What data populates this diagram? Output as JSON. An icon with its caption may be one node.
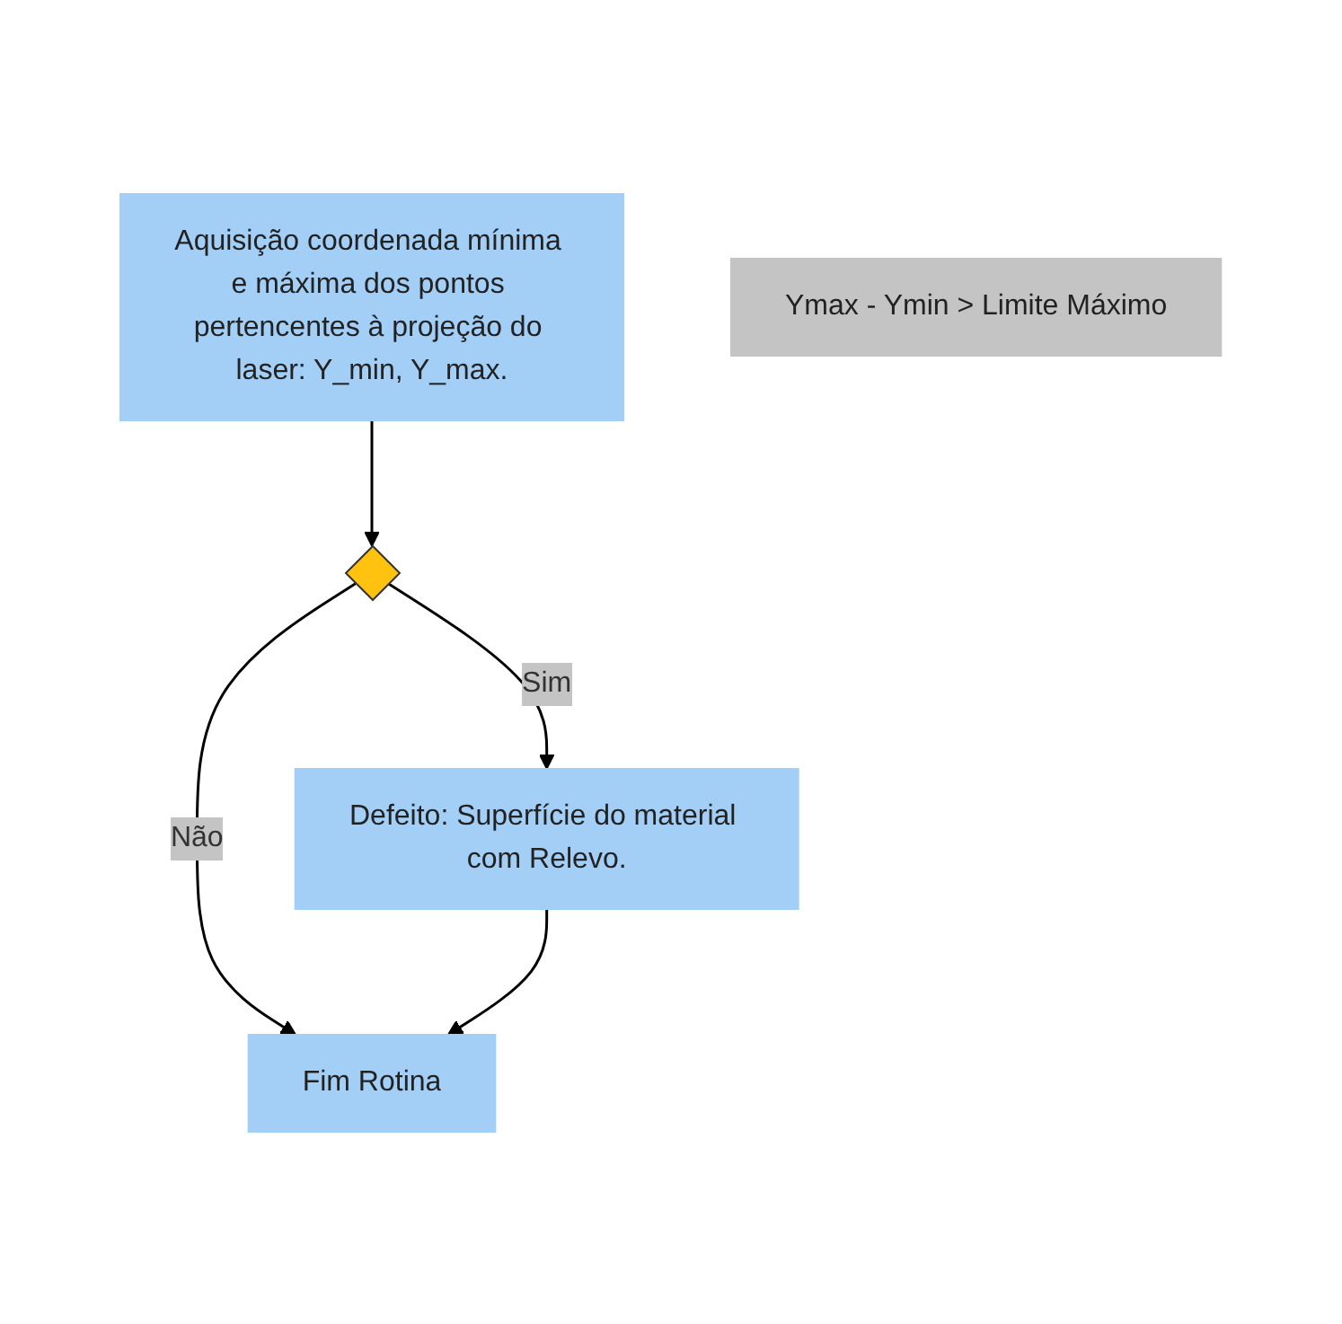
{
  "diagram": {
    "nodes": [
      {
        "text": [
          "Aquisição coordenada mínima e máxima dos pontos pertencentes à projeção do laser: Y_min, Y_max."
        ]
      },
      {
        "text": [
          "Ymax - Ymin > Limite Máximo"
        ]
      },
      {
        "text": [],
        "shape": "diamond"
      },
      {
        "text": [
          "Defeito: Superfície do material com Relevo."
        ]
      },
      {
        "text": [
          "Fim Rotina"
        ]
      }
    ],
    "edges": [
      {
        "from": 0,
        "to": 2,
        "arrow": "to"
      },
      {
        "from": 2,
        "to": 4,
        "label": "Não",
        "arrow": "to"
      },
      {
        "from": 2,
        "to": 3,
        "label": "Sim",
        "arrow": "to"
      },
      {
        "from": 3,
        "to": 4,
        "arrow": "to"
      }
    ]
  }
}
